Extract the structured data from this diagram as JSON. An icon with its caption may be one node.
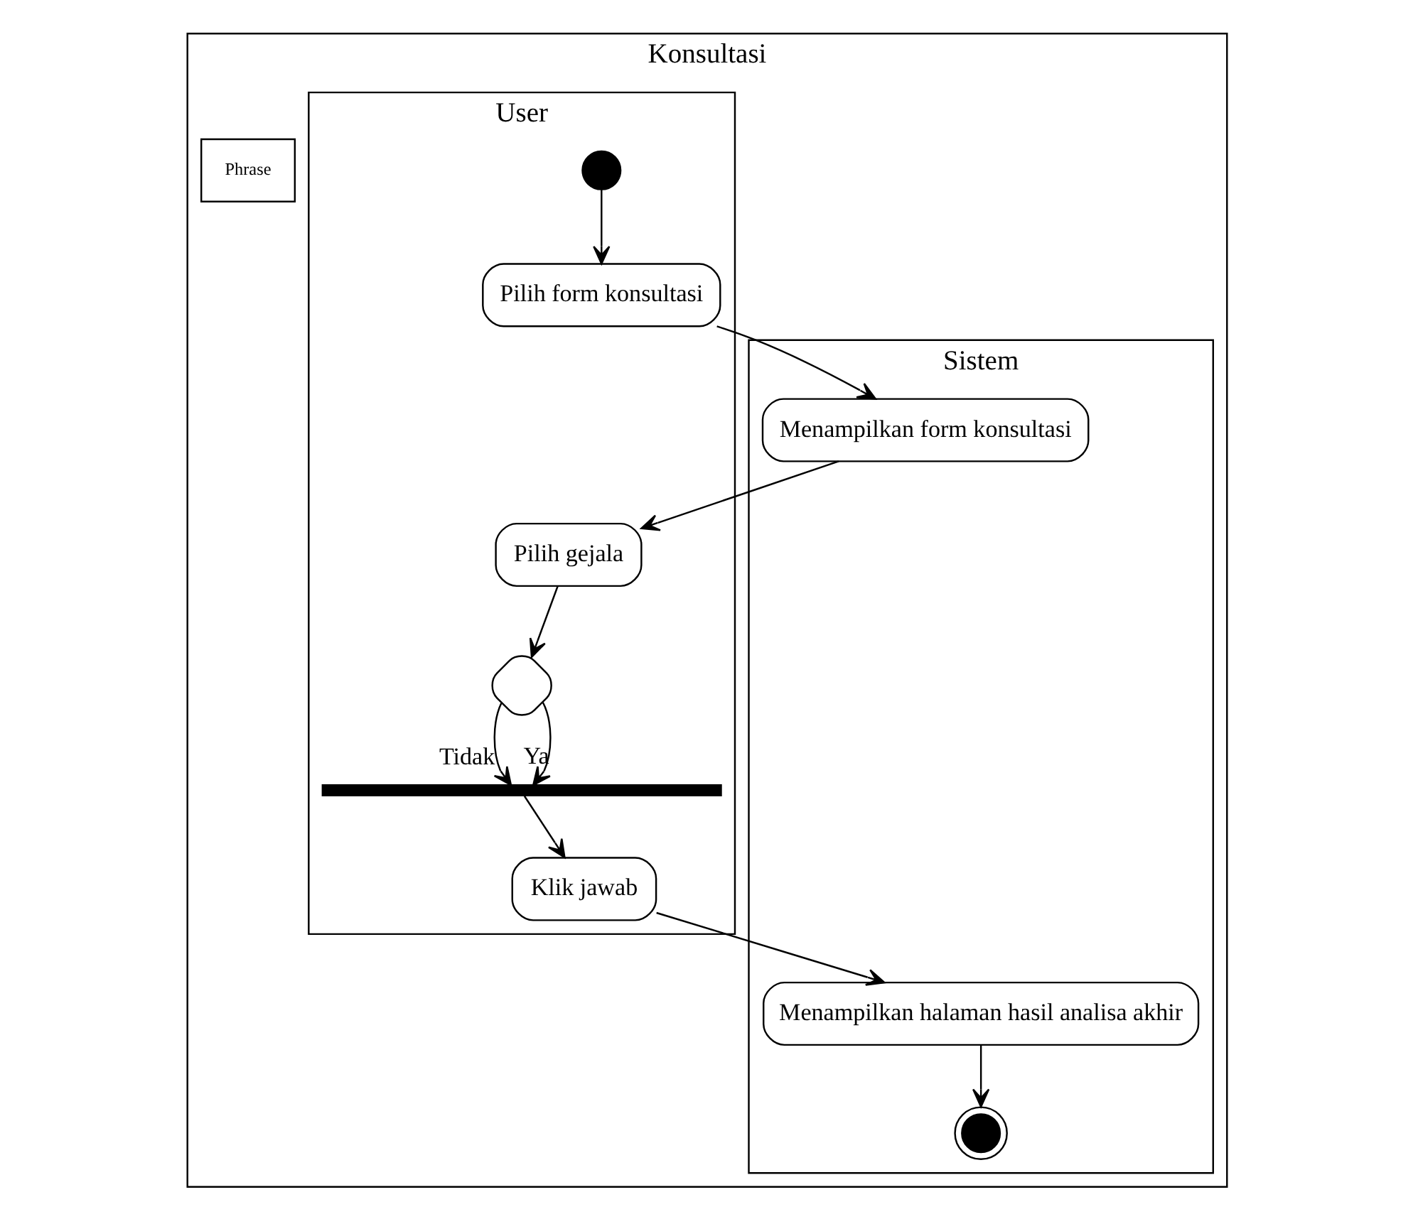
{
  "diagram": {
    "nodes": [
      {
        "text": [
          "Konsultasi"
        ]
      },
      {
        "text": [
          "Phrase"
        ],
        "in": 0
      },
      {
        "text": [
          "User"
        ],
        "in": 0
      },
      {
        "text": [
          "Sistem"
        ],
        "in": 0
      },
      {
        "text": [],
        "shape": "circle",
        "in": 2
      },
      {
        "text": [
          "Pilih form konsultasi"
        ],
        "in": 2
      },
      {
        "text": [
          "Menampilkan form konsultasi"
        ],
        "in": 3
      },
      {
        "text": [
          "Pilih gejala"
        ],
        "in": 2
      },
      {
        "text": [],
        "shape": "diamond",
        "in": 2
      },
      {
        "text": [],
        "shape": "bar",
        "in": 2
      },
      {
        "text": [
          "Klik jawab"
        ],
        "in": 2
      },
      {
        "text": [
          "Menampilkan halaman hasil analisa akhir"
        ],
        "in": 3
      },
      {
        "text": [],
        "shape": "circle",
        "in": 3
      }
    ],
    "edges": [
      {
        "from": 4,
        "to": 5,
        "arrow": "to"
      },
      {
        "from": 5,
        "to": 6,
        "arrow": "to"
      },
      {
        "from": 6,
        "to": 7,
        "arrow": "to"
      },
      {
        "from": 7,
        "to": 8,
        "arrow": "to"
      },
      {
        "from": 8,
        "to": 9,
        "arrow": "to",
        "label": "Tidak"
      },
      {
        "from": 8,
        "to": 9,
        "arrow": "to",
        "label": "Ya"
      },
      {
        "from": 9,
        "to": 10,
        "arrow": "to"
      },
      {
        "from": 10,
        "to": 11,
        "arrow": "to"
      },
      {
        "from": 11,
        "to": 12,
        "arrow": "to"
      }
    ]
  }
}
